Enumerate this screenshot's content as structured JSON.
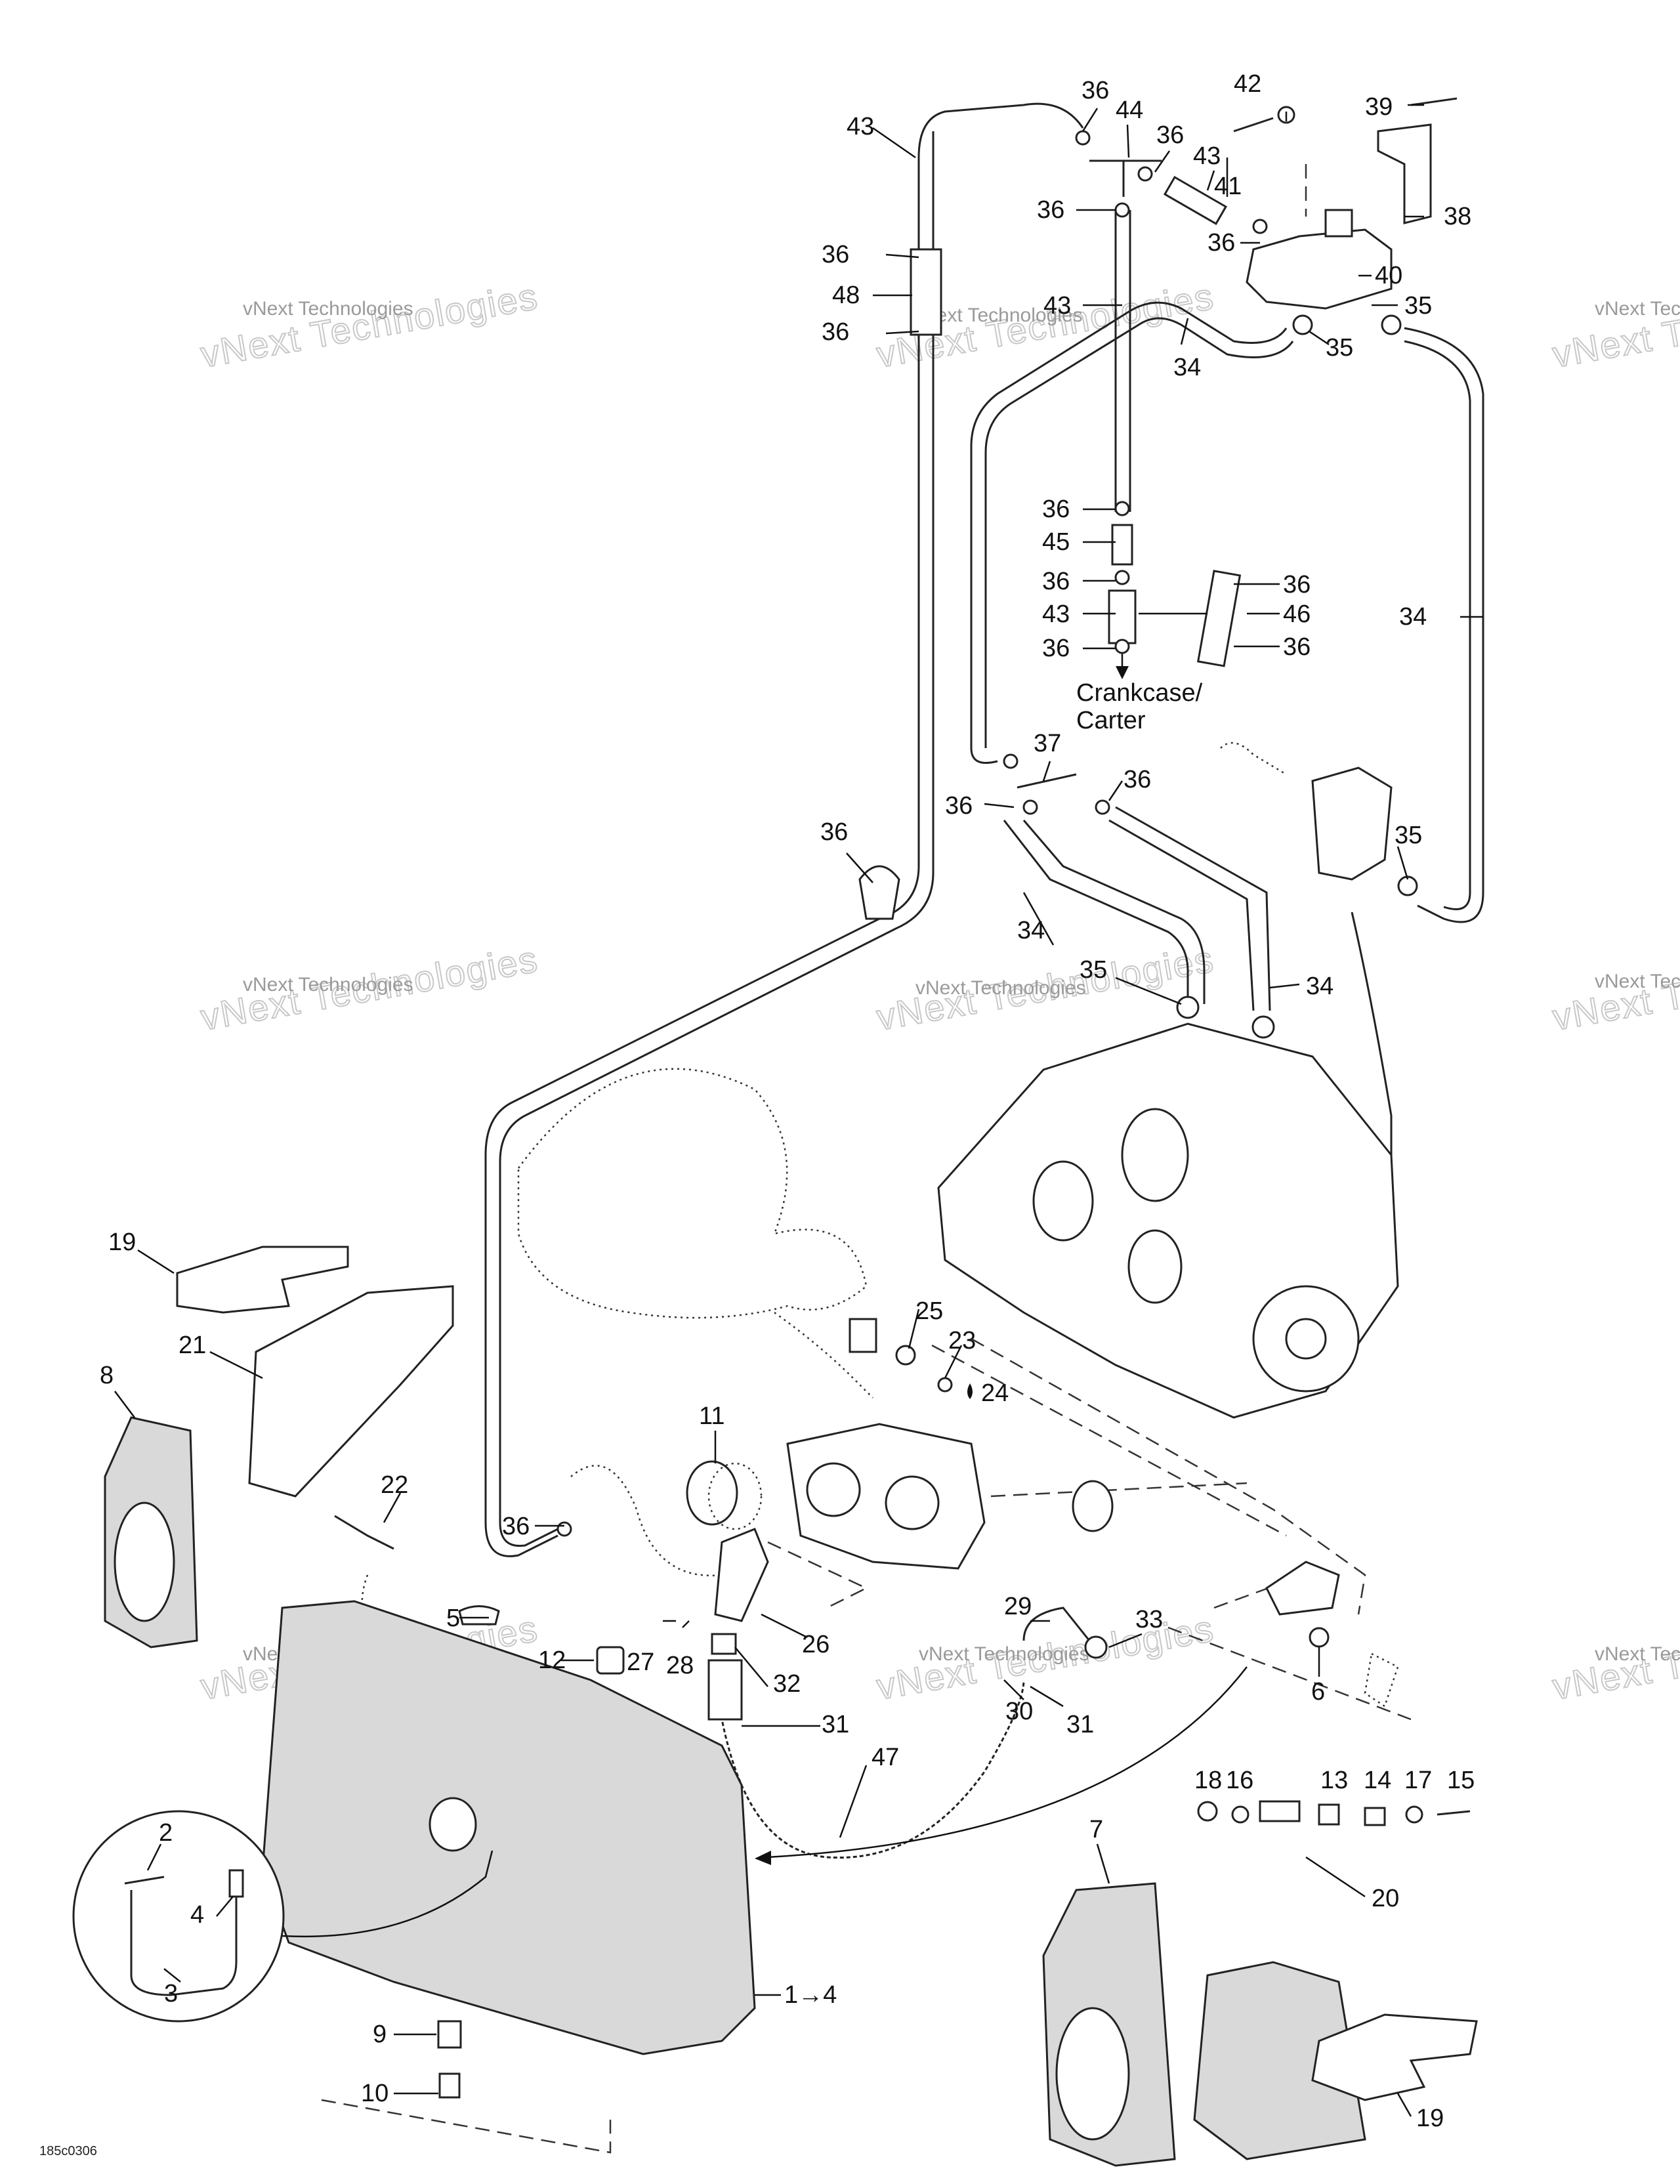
{
  "callouts": {
    "n1_4": "1→4",
    "n2": "2",
    "n3": "3",
    "n4": "4",
    "n5": "5",
    "n6": "6",
    "n7": "7",
    "n8": "8",
    "n9": "9",
    "n10": "10",
    "n11": "11",
    "n12": "12",
    "n13": "13",
    "n14": "14",
    "n15": "15",
    "n16": "16",
    "n17": "17",
    "n18": "18",
    "n19": "19",
    "n20": "20",
    "n21": "21",
    "n22": "22",
    "n23": "23",
    "n24": "24",
    "n25": "25",
    "n26": "26",
    "n27": "27",
    "n28": "28",
    "n29": "29",
    "n30": "30",
    "n31": "31",
    "n32": "32",
    "n33": "33",
    "n34": "34",
    "n35": "35",
    "n36": "36",
    "n37": "37",
    "n38": "38",
    "n39": "39",
    "n40": "40",
    "n41": "41",
    "n42": "42",
    "n43": "43",
    "n44": "44",
    "n45": "45",
    "n46": "46",
    "n47": "47",
    "n48": "48"
  },
  "crankcase_note": {
    "line1": "Crankcase/",
    "line2": "Carter"
  },
  "drawing_code": "185c0306",
  "watermark": {
    "small": "vNext Technologies",
    "large": "vNext Technologies"
  },
  "colors": {
    "line": "#222222",
    "watermark": "#c8c8c8",
    "background": "#ffffff"
  }
}
